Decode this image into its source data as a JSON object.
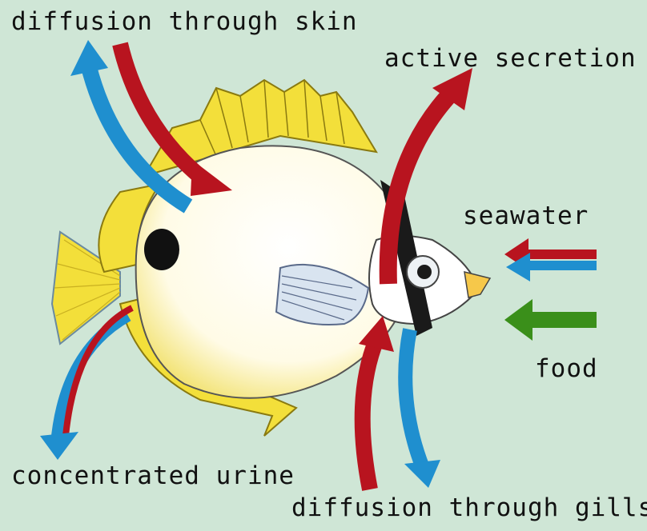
{
  "labels": {
    "diffusion_skin": "diffusion through skin",
    "active_secretion": "active secretion",
    "seawater": "seawater",
    "food": "food",
    "concentrated_urine": "concentrated urine",
    "diffusion_gills": "diffusion through gills"
  },
  "colors": {
    "background": "#cfe6d6",
    "red_arrow": "#b8141f",
    "blue_arrow": "#1f8fcf",
    "green_arrow": "#3a8f1a",
    "fish_body": "#ffffff",
    "fish_yellow": "#f5e04a",
    "eye_band": "#1a1a1a"
  }
}
